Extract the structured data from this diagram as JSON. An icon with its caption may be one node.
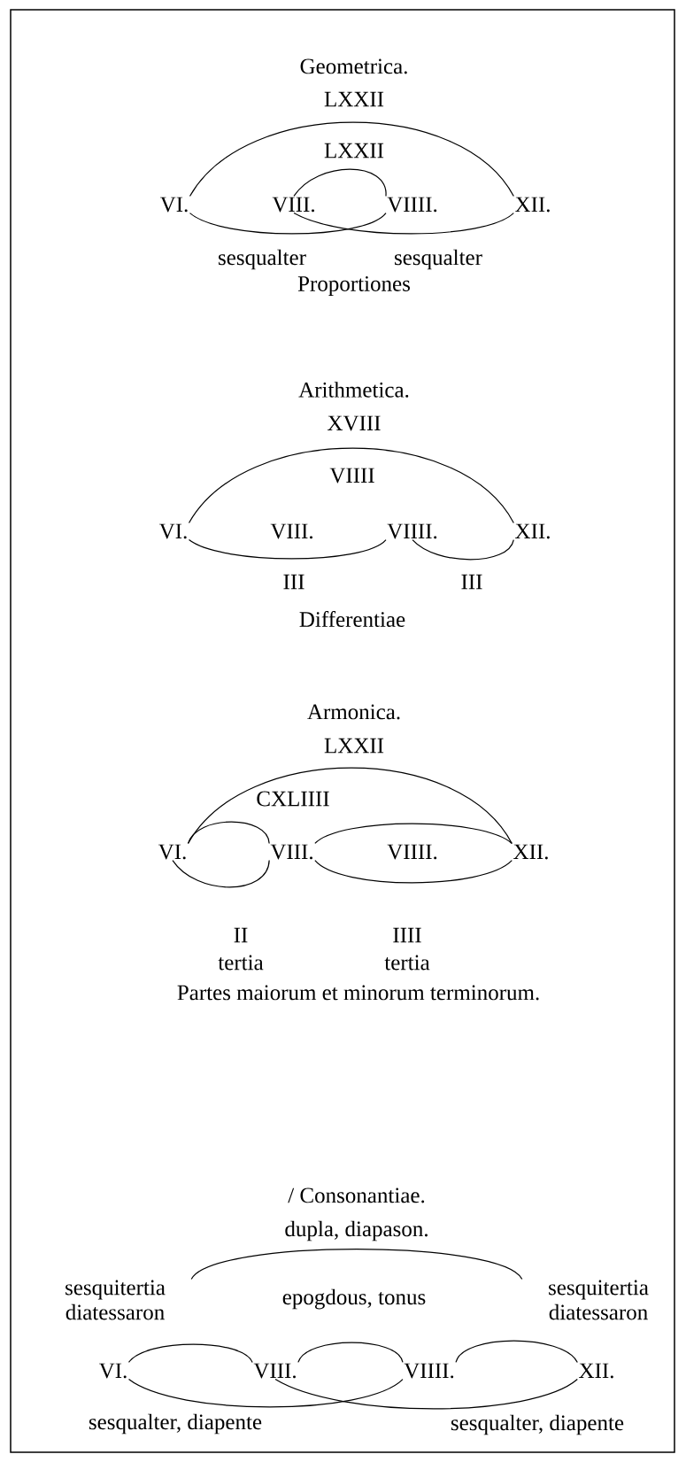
{
  "diagram": {
    "nodes": [
      {
        "text": [
          "VI."
        ]
      },
      {
        "text": [
          "VIII."
        ]
      },
      {
        "text": [
          "VIIII."
        ]
      },
      {
        "text": [
          "XII."
        ]
      },
      {
        "text": [
          "VI."
        ]
      },
      {
        "text": [
          "VIII."
        ]
      },
      {
        "text": [
          "VIIII."
        ]
      },
      {
        "text": [
          "XII."
        ]
      },
      {
        "text": [
          "VI."
        ]
      },
      {
        "text": [
          "VIII."
        ]
      },
      {
        "text": [
          "VIIII."
        ]
      },
      {
        "text": [
          "XII."
        ]
      },
      {
        "text": [
          "VI."
        ]
      },
      {
        "text": [
          "VIII."
        ]
      },
      {
        "text": [
          "VIIII."
        ]
      },
      {
        "text": [
          "XII."
        ]
      },
      {
        "text": [
          "sesquitertia diatessaron"
        ]
      },
      {
        "text": [
          "sesquitertia diatessaron"
        ]
      }
    ],
    "edges": [
      {
        "from": 0,
        "to": 3,
        "arrow": "none",
        "label": "LXXII"
      },
      {
        "from": 1,
        "to": 2,
        "arrow": "none",
        "label": "LXXII"
      },
      {
        "from": 0,
        "to": 2,
        "arrow": "none",
        "label": "sesqualter"
      },
      {
        "from": 1,
        "to": 3,
        "arrow": "none",
        "label": "sesqualter"
      },
      {
        "from": 4,
        "to": 7,
        "arrow": "none",
        "label": "XVIII"
      },
      {
        "from": 4,
        "to": 6,
        "arrow": "none",
        "label": "III"
      },
      {
        "from": 6,
        "to": 7,
        "arrow": "none",
        "label": "III"
      },
      {
        "from": 8,
        "to": 11,
        "arrow": "none",
        "label": "LXXII"
      },
      {
        "from": 8,
        "to": 9,
        "arrow": "none"
      },
      {
        "from": 9,
        "to": 11,
        "arrow": "none"
      },
      {
        "from": 8,
        "to": 9,
        "arrow": "none",
        "label": "II"
      },
      {
        "from": 9,
        "to": 11,
        "arrow": "none",
        "label": "IIII"
      },
      {
        "from": 16,
        "to": 17,
        "arrow": "none",
        "label": "dupla, diapason."
      },
      {
        "from": 12,
        "to": 13,
        "arrow": "none"
      },
      {
        "from": 13,
        "to": 14,
        "arrow": "none",
        "label": "epogdous, tonus"
      },
      {
        "from": 14,
        "to": 15,
        "arrow": "none"
      },
      {
        "from": 12,
        "to": 14,
        "arrow": "none",
        "label": "sesqualter, diapente"
      },
      {
        "from": 13,
        "to": 15,
        "arrow": "none",
        "label": "sesqualter, diapente"
      }
    ],
    "labels": [
      "Geometrica.",
      "Proportiones",
      "Arithmetica.",
      "VIIII",
      "Differentiae",
      "Armonica.",
      "CXLIIII",
      "tertia",
      "tertia",
      "Partes maiorum et minorum terminorum.",
      "/ Consonantiae."
    ]
  }
}
